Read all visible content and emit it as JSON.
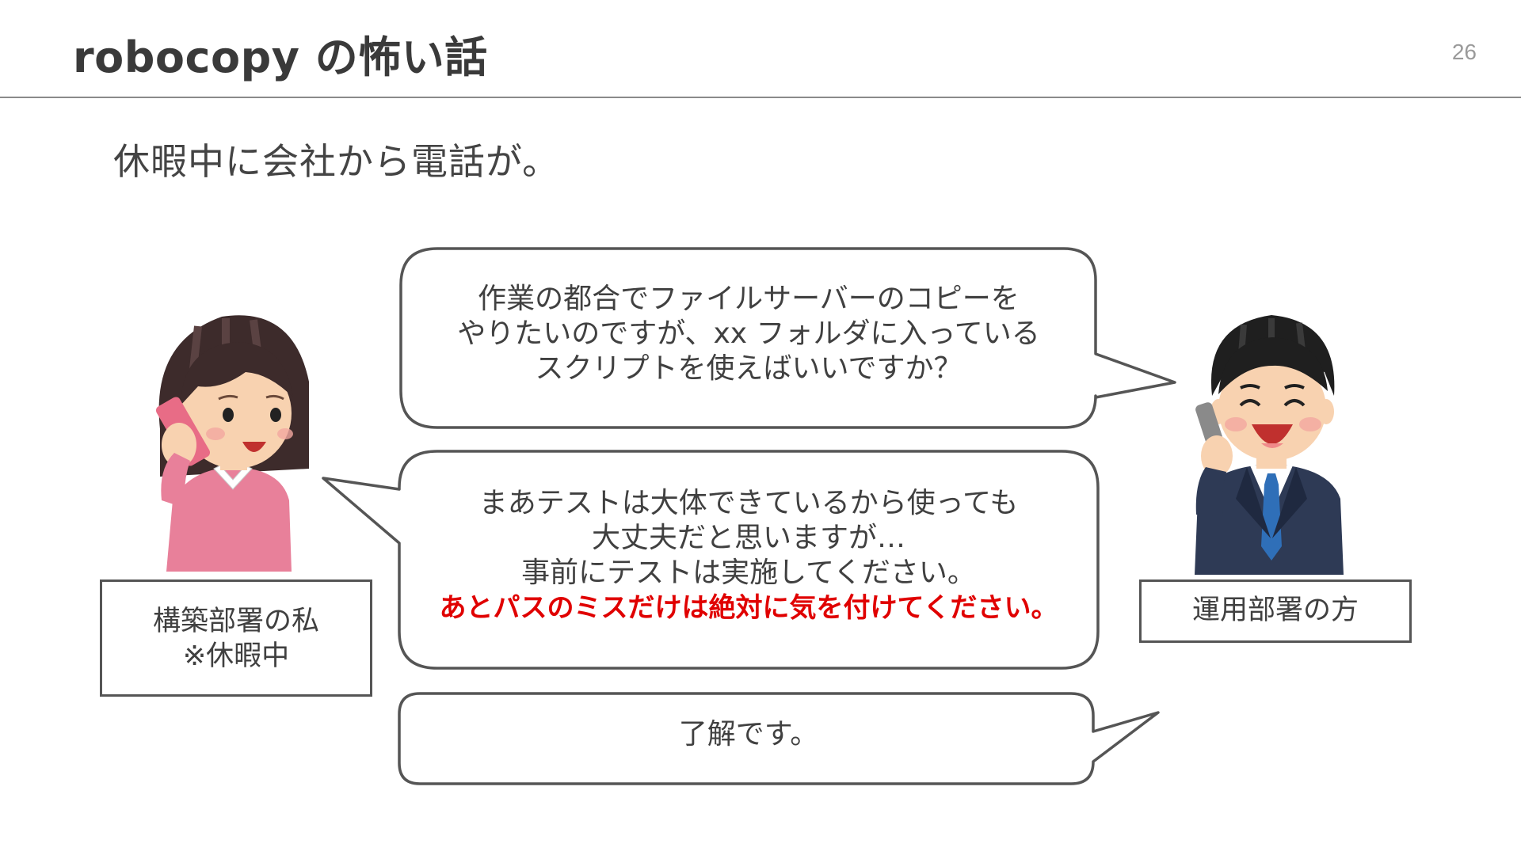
{
  "slide": {
    "title": "robocopy の怖い話",
    "page_number": "26",
    "subtitle": "休暇中に会社から電話が。"
  },
  "bubbles": {
    "ops_question": {
      "line1": "作業の都合でファイルサーバーのコピーを",
      "line2": "やりたいのですが、xx フォルダに入っている",
      "line3": "スクリプトを使えばいいですか？"
    },
    "my_answer": {
      "line1": "まあテストは大体できているから使っても",
      "line2": "大丈夫だと思いますが…",
      "line3": "事前にテストは実施してください。",
      "line4_emphasis": "あとパスのミスだけは絶対に気を付けてください。"
    },
    "ops_reply": {
      "line1": "了解です。"
    }
  },
  "labels": {
    "me_line1": "構築部署の私",
    "me_line2": "※休暇中",
    "ops": "運用部署の方"
  },
  "colors": {
    "emphasis": "#e00000",
    "bubble_border": "#555555",
    "woman_shirt": "#e8809a",
    "man_suit": "#2e3a55"
  },
  "icons": {
    "woman": "woman-on-phone-illustration",
    "man": "businessman-on-phone-illustration"
  }
}
